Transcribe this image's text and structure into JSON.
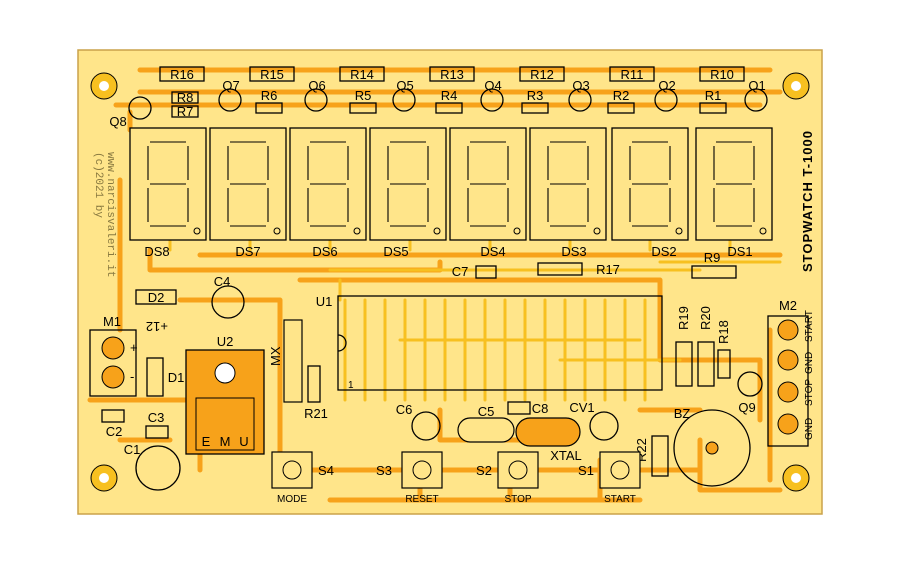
{
  "board": {
    "title": "STOPWATCH T-1000",
    "credit_lines": [
      "(c)2021 by",
      "www.narcisvaleri.it"
    ],
    "supply_label": "+12",
    "colors": {
      "board": "#ffe58a",
      "trace": "#f7a21a",
      "trace_light": "#f7c020",
      "ink": "#000000"
    }
  },
  "resistors_top": [
    "R16",
    "R15",
    "R14",
    "R13",
    "R12",
    "R11",
    "R10"
  ],
  "resistors_mid": [
    "R6",
    "R5",
    "R4",
    "R3",
    "R2",
    "R1"
  ],
  "resistors_left": [
    "R8",
    "R7"
  ],
  "transistors_top": [
    "Q8",
    "Q7",
    "Q6",
    "Q5",
    "Q4",
    "Q3",
    "Q2",
    "Q1"
  ],
  "displays": [
    "DS8",
    "DS7",
    "DS6",
    "DS5",
    "DS4",
    "DS3",
    "DS2",
    "DS1"
  ],
  "misc": {
    "r17": "R17",
    "r9": "R9",
    "c7": "C7",
    "u1": "U1",
    "u2": "U2",
    "mx": "MX",
    "r21": "R21",
    "c4": "C4",
    "d2": "D2",
    "d1": "D1",
    "m1": "M1",
    "m2": "M2",
    "c2": "C2",
    "c3": "C3",
    "c1": "C1",
    "c5": "C5",
    "c6": "C6",
    "c8": "C8",
    "cv1": "CV1",
    "xtal": "XTAL",
    "r19": "R19",
    "r20": "R20",
    "r18": "R18",
    "r22": "R22",
    "q9": "Q9",
    "bz": "BZ",
    "pin1": "1",
    "plus": "+",
    "minus": "-",
    "u2_pins": [
      "E",
      "M",
      "U"
    ]
  },
  "m2_terminals": [
    "START",
    "GND",
    "STOP",
    "GND"
  ],
  "switches": [
    {
      "id": "S4",
      "caption": "MODE"
    },
    {
      "id": "S3",
      "caption": "RESET"
    },
    {
      "id": "S2",
      "caption": "STOP"
    },
    {
      "id": "S1",
      "caption": "START"
    }
  ]
}
